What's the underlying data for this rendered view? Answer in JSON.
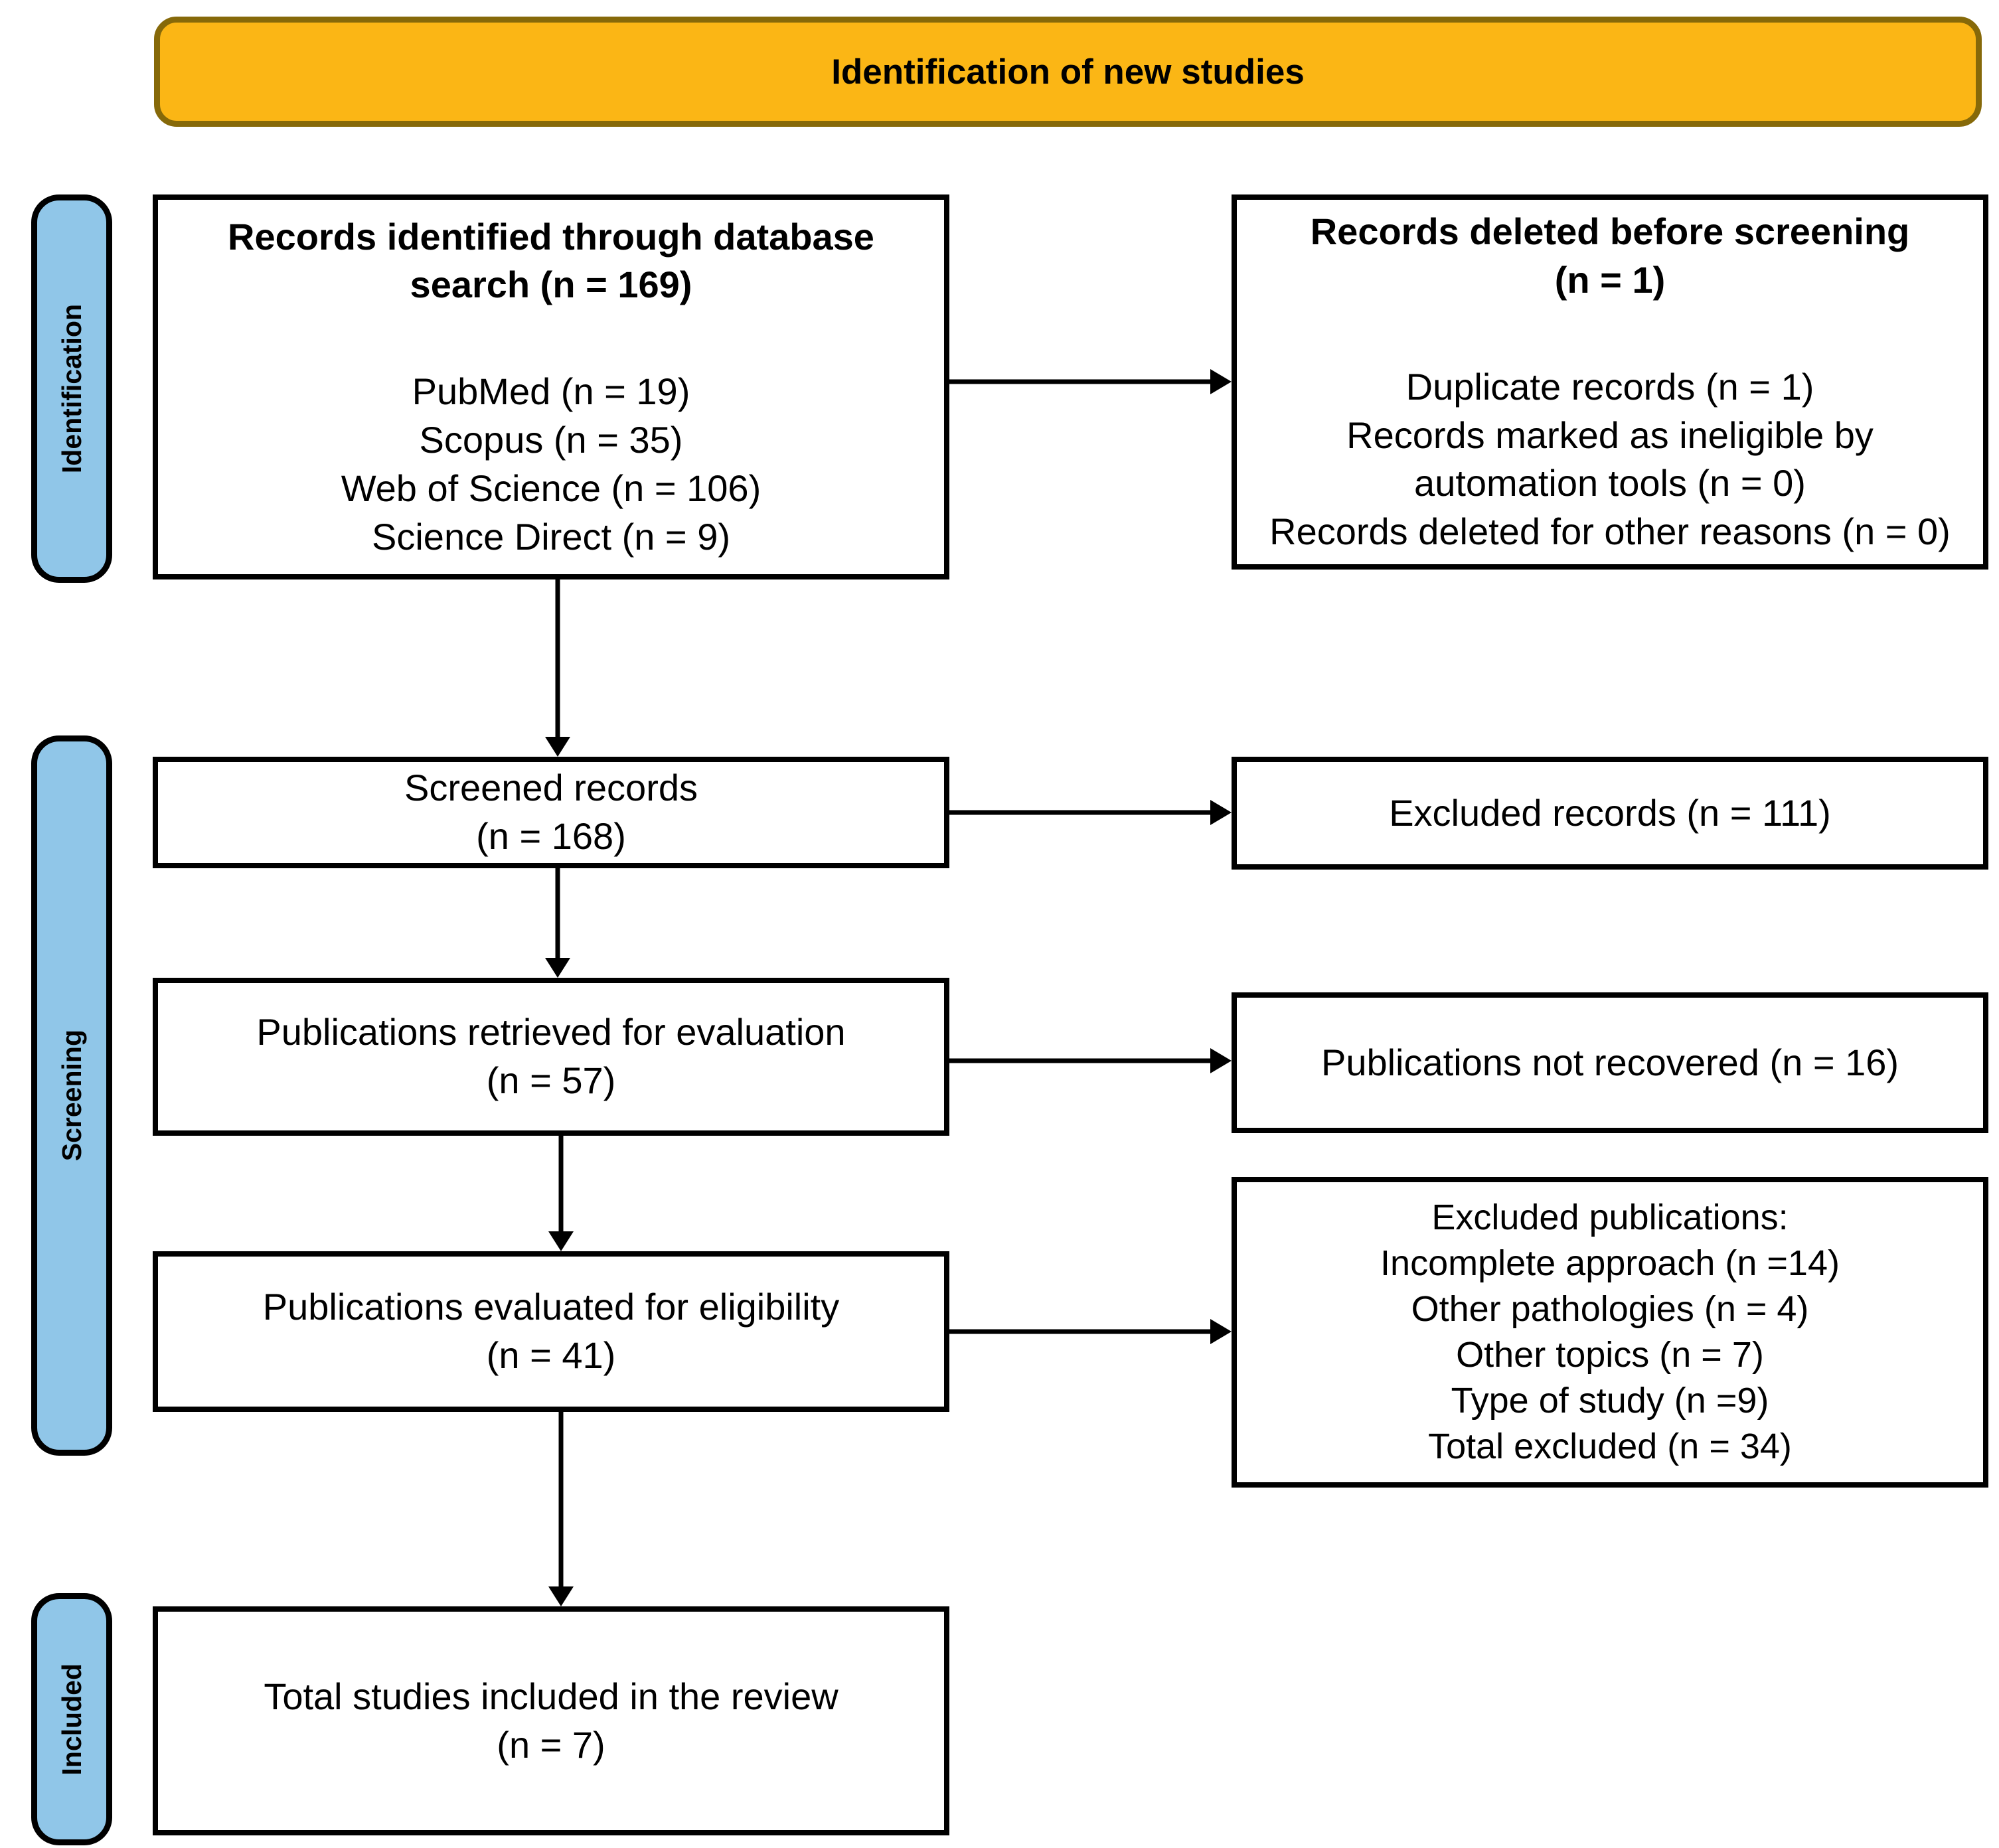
{
  "banner": {
    "title": "Identification of new studies"
  },
  "stages": {
    "identification": "Identification",
    "screening": "Screening",
    "included": "Included"
  },
  "boxes": {
    "records_identified": {
      "title_lines": [
        "Records identified through database",
        "search (n = 169)"
      ],
      "items": [
        "PubMed (n = 19)",
        "Scopus (n = 35)",
        "Web of Science (n = 106)",
        "Science Direct (n = 9)"
      ]
    },
    "records_deleted": {
      "title_lines": [
        "Records deleted before screening",
        "(n = 1)"
      ],
      "items": [
        "Duplicate records (n = 1)",
        "Records marked as ineligible by",
        "automation tools (n = 0)",
        "Records deleted for other reasons (n = 0)"
      ]
    },
    "screened_records": {
      "lines": [
        "Screened records",
        "(n = 168)"
      ]
    },
    "excluded_records": {
      "lines": [
        "Excluded records (n = 111)"
      ]
    },
    "publications_retrieved": {
      "lines": [
        "Publications retrieved for evaluation",
        "(n = 57)"
      ]
    },
    "publications_not_recovered": {
      "lines": [
        "Publications not recovered (n = 16)"
      ]
    },
    "publications_evaluated": {
      "lines": [
        "Publications evaluated for eligibility",
        "(n = 41)"
      ]
    },
    "excluded_publications": {
      "lines": [
        "Excluded publications:",
        "Incomplete approach (n =14)",
        "Other pathologies (n = 4)",
        "Other topics (n = 7)",
        "Type of study (n =9)",
        "Total excluded (n = 34)"
      ]
    },
    "total_included": {
      "lines": [
        "Total studies included in the review",
        "(n = 7)"
      ]
    }
  },
  "colors": {
    "banner_fill": "#FBB615",
    "banner_border": "#866909",
    "stage_fill": "#90C6E8",
    "box_border": "#000000"
  }
}
